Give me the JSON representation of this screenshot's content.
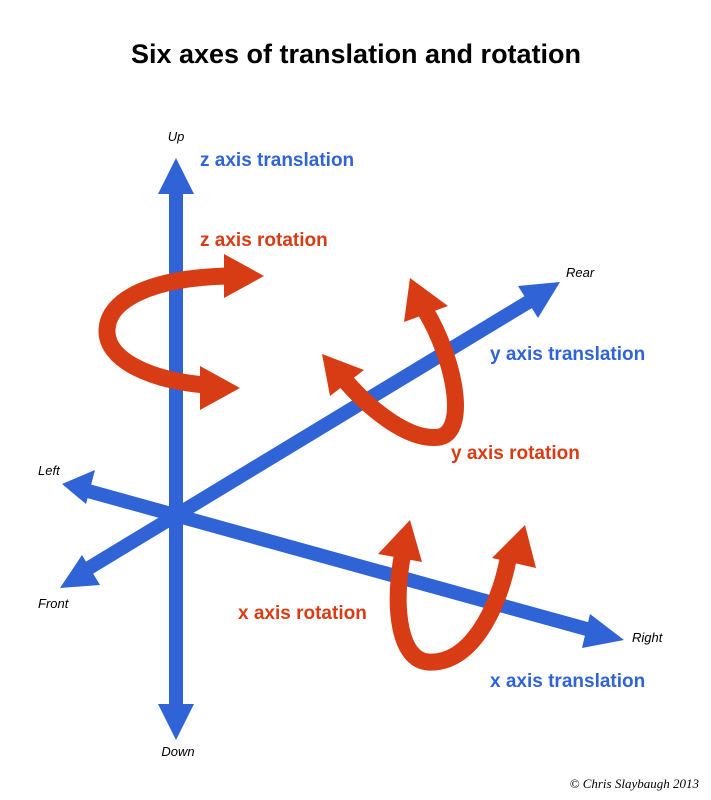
{
  "title": "Six axes of translation and rotation",
  "colors": {
    "translation": "#2f63d6",
    "rotation": "#d83c14"
  },
  "directions": {
    "up": "Up",
    "down": "Down",
    "left": "Left",
    "right": "Right",
    "front": "Front",
    "rear": "Rear"
  },
  "labels": {
    "z_translation": "z axis translation",
    "z_rotation": "z axis rotation",
    "y_translation": "y axis translation",
    "y_rotation": "y axis rotation",
    "x_translation": "x axis translation",
    "x_rotation": "x axis rotation"
  },
  "copyright": "© Chris Slaybaugh 2013"
}
